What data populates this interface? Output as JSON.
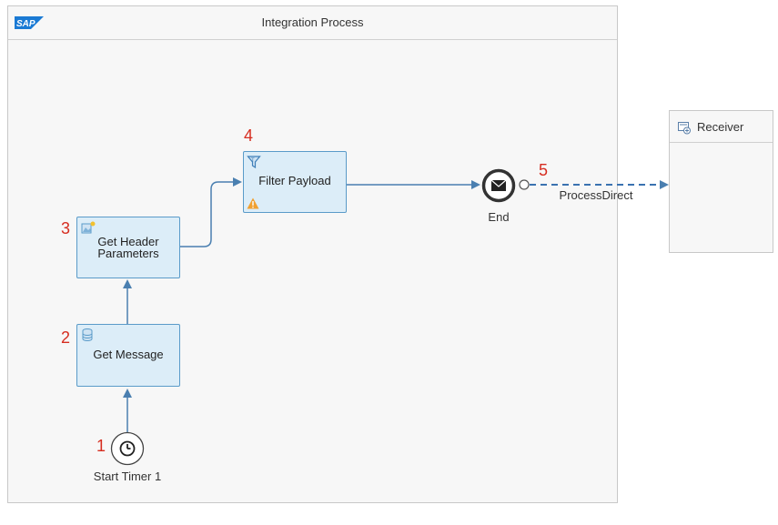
{
  "pool": {
    "title": "Integration Process",
    "logo_text": "SAP"
  },
  "receiver": {
    "label": "Receiver"
  },
  "nodes": {
    "start_timer": {
      "label": "Start Timer 1",
      "number": "1"
    },
    "get_message": {
      "label": "Get Message",
      "number": "2"
    },
    "get_header": {
      "label_line1": "Get Header",
      "label_line2": "Parameters",
      "number": "3"
    },
    "filter_payload": {
      "label": "Filter Payload",
      "number": "4"
    },
    "end_event": {
      "label": "End",
      "number": "5"
    }
  },
  "connection": {
    "label": "ProcessDirect"
  },
  "colors": {
    "step_fill": "#dcedf8",
    "step_border": "#5a9bc9",
    "flow_line": "#4a7fb0",
    "number_red": "#d62d20",
    "warning": "#f0a030"
  }
}
